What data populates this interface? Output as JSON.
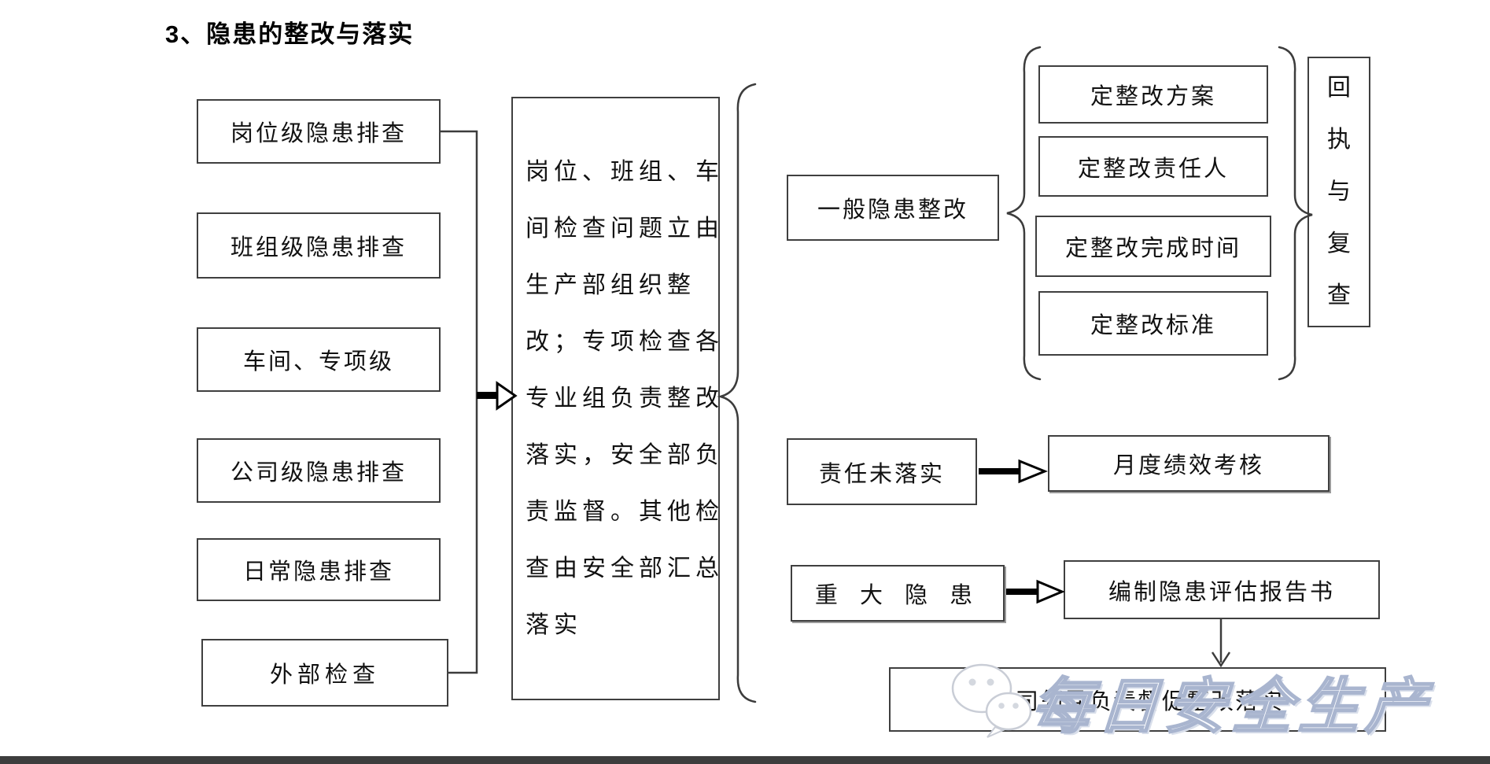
{
  "title": "3、隐患的整改与落实",
  "left_flow": {
    "boxes": [
      {
        "label": "岗位级隐患排查"
      },
      {
        "label": "班组级隐患排查"
      },
      {
        "label": "车间、专项级"
      },
      {
        "label": "公司级隐患排查"
      },
      {
        "label": "日常隐患排查"
      },
      {
        "label": "外部检查"
      }
    ]
  },
  "center_note": {
    "text": "岗位、班组、车间检查问题立由生产部组织整改；专项检查各专业组负责整改落实，安全部负责监督。其他检查由安全部汇总落实",
    "lines": [
      "岗位、班组、车",
      "间检查问题立由",
      "生产部组织整",
      "改；专项检查各",
      "专业组负责整改",
      "落实，安全部负",
      "责监督。其他检",
      "查由安全部汇总",
      "落实"
    ]
  },
  "general_branch": {
    "label": "一般隐患整改",
    "steps": [
      {
        "label": "定整改方案"
      },
      {
        "label": "定整改责任人"
      },
      {
        "label": "定整改完成时间"
      },
      {
        "label": "定整改标准"
      }
    ],
    "result": "回执与复查"
  },
  "unfulfilled_branch": {
    "label": "责任未落实",
    "result": "月度绩效考核"
  },
  "major_branch": {
    "label": "重 大 隐 患",
    "report": "编制隐患评估报告书",
    "final": "公司领导负责督促整改落实"
  },
  "watermark": {
    "icon": "wechat-icon",
    "text": "每日安全生产"
  },
  "colors": {
    "line": "#3c3c3c",
    "box_border": "#3f3f3f",
    "watermark_outline": "#a9b5cf",
    "bottom_bar": "#3d3d3d"
  }
}
